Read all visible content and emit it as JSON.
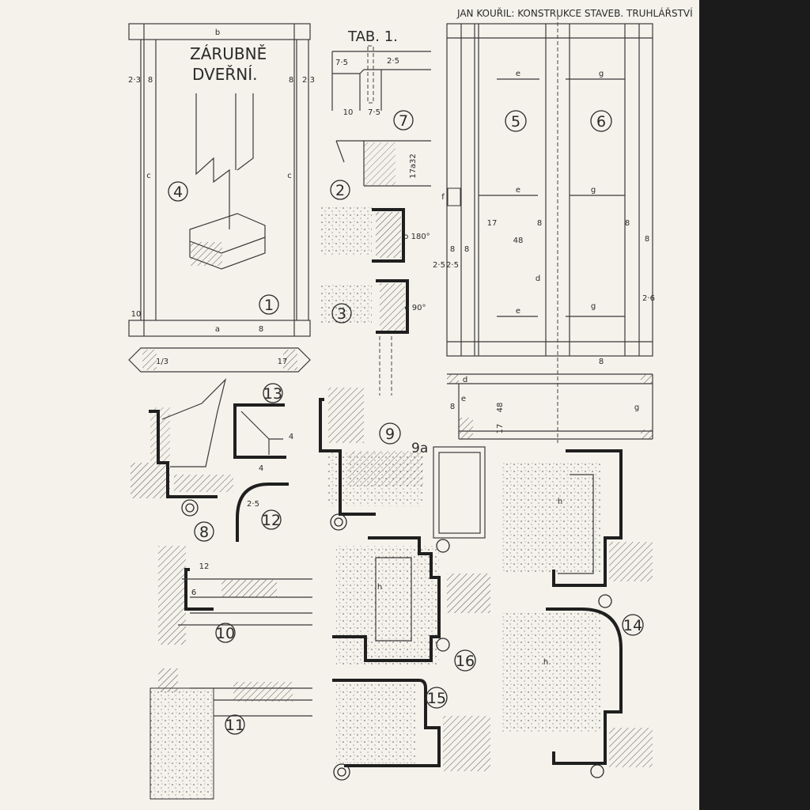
{
  "header": {
    "author_title": "JAN KOUŘIL: KONSTRUKCE STAVEB. TRUHLÁŘSTVÍ",
    "table": "TAB. 1."
  },
  "drawing_title": {
    "line1": "ZÁRUBNĚ",
    "line2": "DVEŘNÍ."
  },
  "figures": {
    "f1": "1",
    "f2": "2",
    "f3": "3",
    "f4": "4",
    "f5": "5",
    "f6": "6",
    "f7": "7",
    "f8": "8",
    "f9": "9",
    "f9a": "9a",
    "f10": "10",
    "f11": "11",
    "f12": "12",
    "f13": "13",
    "f14": "14",
    "f15": "15",
    "f16": "16"
  },
  "dims": {
    "b": "b",
    "a": "a",
    "c": "c",
    "d": "d",
    "e": "e",
    "f": "f",
    "g": "g",
    "h": "h",
    "n2_3": "2·3",
    "n8": "8",
    "n10": "10",
    "n17": "17",
    "n48": "48",
    "n7_5": "7·5",
    "n2_5": "2·5",
    "n2_6": "2·6",
    "n12": "12",
    "n6": "6",
    "n4": "4",
    "third": "1/3",
    "n17a32": "17a32",
    "o180": "o 180°",
    "o90": "o 90°"
  }
}
